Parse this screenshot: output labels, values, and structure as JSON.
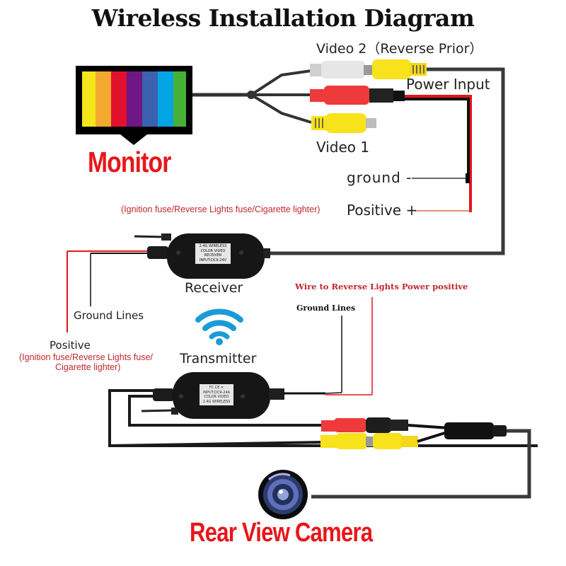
{
  "title": "Wireless Installation Diagram",
  "labels": {
    "video2": "Video 2（Reverse Prior）",
    "power_input": "Power Input",
    "video1": "Video 1",
    "monitor": "Monitor",
    "ground_minus": "ground -",
    "positive_plus": "Positive +",
    "power_source_note": "(Ignition fuse/Reverse Lights fuse/Cigarette lighter)",
    "receiver": "Receiver",
    "receiver_ground_lines": "Ground Lines",
    "receiver_positive": "Positive",
    "receiver_positive_note_line1": "(Ignition fuse/Reverse Lights fuse/",
    "receiver_positive_note_line2": "Cigarette lighter)",
    "transmitter": "Transmitter",
    "wire_to_reverse": "Wire to Reverse Lights Power positive",
    "transmitter_ground_lines": "Ground Lines",
    "rear_view_camera": "Rear View Camera"
  },
  "devices": {
    "receiver_sticker": [
      "2.4G WIRELESS",
      "COLOR   VIDEO",
      "RECEIVER",
      "INPUT:DC9-24V"
    ],
    "transmitter_sticker": [
      "FC  CE  ✕",
      "INPUT:DC9-24A",
      "COLOR  VIDEO",
      "2.4G WIRELESS"
    ]
  },
  "monitor_color_bars": [
    "#f5e51b",
    "#f3a92f",
    "#e1112c",
    "#6f1784",
    "#3c61ae",
    "#03a5e6",
    "#46b136"
  ],
  "colors": {
    "cable": "#2b2b2b",
    "red_wire": "#e3141b",
    "rca_red": "#ee3a3a",
    "rca_yellow": "#f7e21b",
    "rca_white": "#e8e8e8",
    "wifi_blue": "#1a9bd7",
    "label_red": "#e8161b"
  }
}
